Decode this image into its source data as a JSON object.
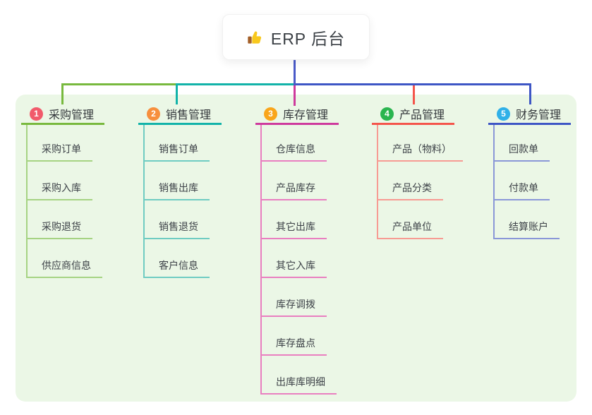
{
  "root": {
    "label": "ERP 后台",
    "icon": "thumbs-up-icon"
  },
  "canvas": {
    "background": "#ffffff",
    "panel_background": "#ebf7e6",
    "trunk_color": "#4a5ac8"
  },
  "branches": [
    {
      "badge": "1",
      "label": "采购管理",
      "badge_color": "#f15a6b",
      "line_color": "#78b93e",
      "child_line_color": "#a6d383",
      "children": [
        "采购订单",
        "采购入库",
        "采购退货",
        "供应商信息"
      ]
    },
    {
      "badge": "2",
      "label": "销售管理",
      "badge_color": "#f78f3d",
      "line_color": "#12b3a9",
      "child_line_color": "#6fccc2",
      "children": [
        "销售订单",
        "销售出库",
        "销售退货",
        "客户信息"
      ]
    },
    {
      "badge": "3",
      "label": "库存管理",
      "badge_color": "#f9a51a",
      "line_color": "#ce3a9d",
      "child_line_color": "#e97fc0",
      "children": [
        "仓库信息",
        "产品库存",
        "其它出库",
        "其它入库",
        "库存调拨",
        "库存盘点",
        "出库库明细"
      ]
    },
    {
      "badge": "4",
      "label": "产品管理",
      "badge_color": "#2ab54f",
      "line_color": "#f4554b",
      "child_line_color": "#f79b93",
      "children": [
        "产品（物料）",
        "产品分类",
        "产品单位"
      ]
    },
    {
      "badge": "5",
      "label": "财务管理",
      "badge_color": "#2fb0e8",
      "line_color": "#3e56c5",
      "child_line_color": "#8a97d8",
      "children": [
        "回款单",
        "付款单",
        "结算账户"
      ]
    }
  ]
}
